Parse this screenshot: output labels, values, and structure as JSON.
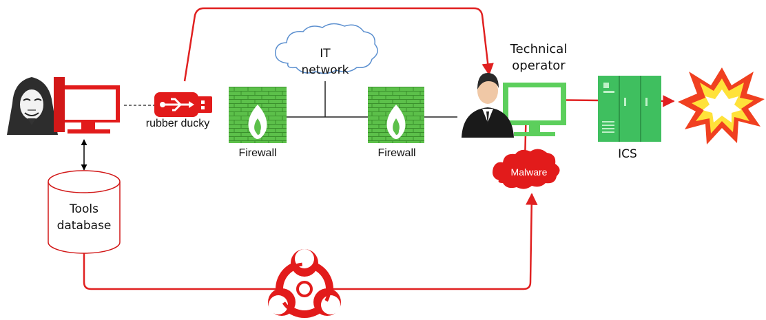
{
  "labels": {
    "it_network": "IT\nnetwork",
    "technical_operator": "Technical\noperator",
    "rubber_ducky": "rubber ducky",
    "firewall_left": "Firewall",
    "firewall_right": "Firewall",
    "ics": "ICS",
    "tools_database": "Tools\ndatabase",
    "malware": "Malware"
  },
  "icons": [
    "hacker-icon",
    "hacker-computer-icon",
    "usb-stick-icon",
    "firewall-icon",
    "cloud-icon",
    "operator-icon",
    "operator-computer-icon",
    "ics-cabinet-icon",
    "explosion-icon",
    "database-icon",
    "biohazard-icon",
    "malware-cloud-icon"
  ],
  "colors": {
    "attack_path": "#e02020",
    "firewall": "#4caf3a",
    "ics": "#3fbf5f",
    "computer_red": "#e21b1b",
    "cloud_outline": "#5b8fcf"
  }
}
